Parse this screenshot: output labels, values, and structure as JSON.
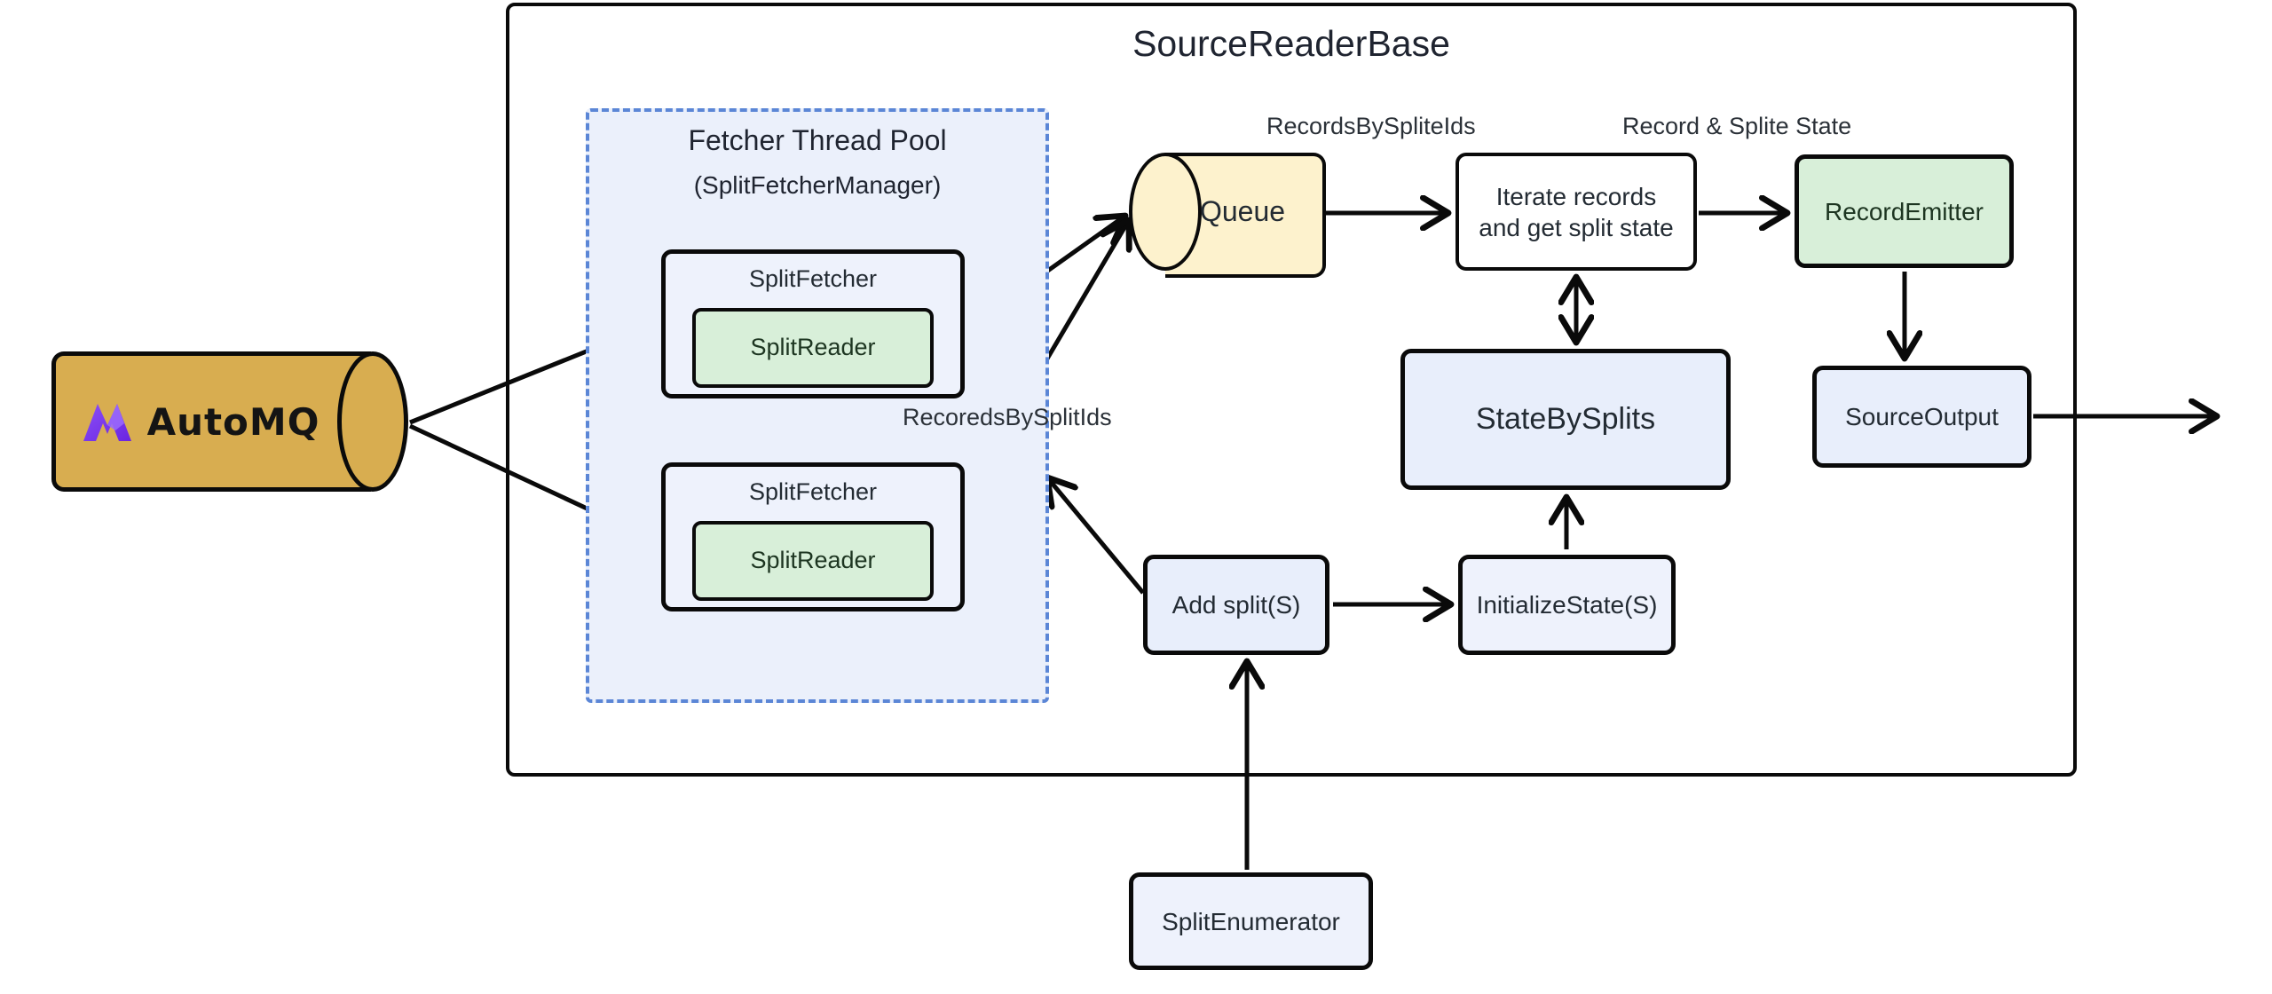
{
  "diagram": {
    "title": "SourceReaderBase",
    "type": "architecture-flow"
  },
  "source": {
    "name": "AutoMQ",
    "shape": "cylinder",
    "fill": "#d8ad50",
    "logo_icon": "automq-logo-icon"
  },
  "fetcher_pool": {
    "title": "Fetcher Thread Pool",
    "subtitle": "(SplitFetcherManager)",
    "border_style": "dashed",
    "border_color": "#5b86d6",
    "fill": "#ebf0fb",
    "fetchers": [
      {
        "label": "SplitFetcher",
        "reader_label": "SplitReader",
        "fill": "#eef2fc",
        "reader_fill": "#d8efd9"
      },
      {
        "label": "SplitFetcher",
        "reader_label": "SplitReader",
        "fill": "#eef2fc",
        "reader_fill": "#d8efd9"
      }
    ]
  },
  "nodes": {
    "queue": {
      "label": "Queue",
      "shape": "cylinder",
      "fill": "#fdf2cd"
    },
    "iterate_records": {
      "label": "Iterate records and get split state",
      "line1": "Iterate records",
      "line2": "and get split state",
      "fill": "#ffffff"
    },
    "record_emitter": {
      "label": "RecordEmitter",
      "fill": "#d8efd9"
    },
    "state_by_splits": {
      "label": "StateBySplits",
      "fill": "#e8eefb"
    },
    "source_output": {
      "label": "SourceOutput",
      "fill": "#e8eefb"
    },
    "add_split": {
      "label": "Add split(S)",
      "fill": "#e8eefb"
    },
    "initialize_state": {
      "label": "InitializeState(S)",
      "fill": "#eef2fc"
    },
    "split_enumerator": {
      "label": "SplitEnumerator",
      "fill": "#eef2fc"
    }
  },
  "edge_labels": {
    "records_by_spliteids": "RecordsBySpliteIds",
    "record_and_splite_state": "Record & Splite State",
    "recoreds_by_splitids": "RecoredsBySplitIds"
  },
  "colors": {
    "stroke": "#0a0a0a",
    "text": "#232b33",
    "green_fill": "#d8efd9",
    "lavender_fill": "#e8eefb",
    "yellow_fill": "#fdf2cd",
    "gold_fill": "#d8ad50",
    "dashed_blue": "#5b86d6",
    "logo_purple": "#7b3ff2"
  }
}
